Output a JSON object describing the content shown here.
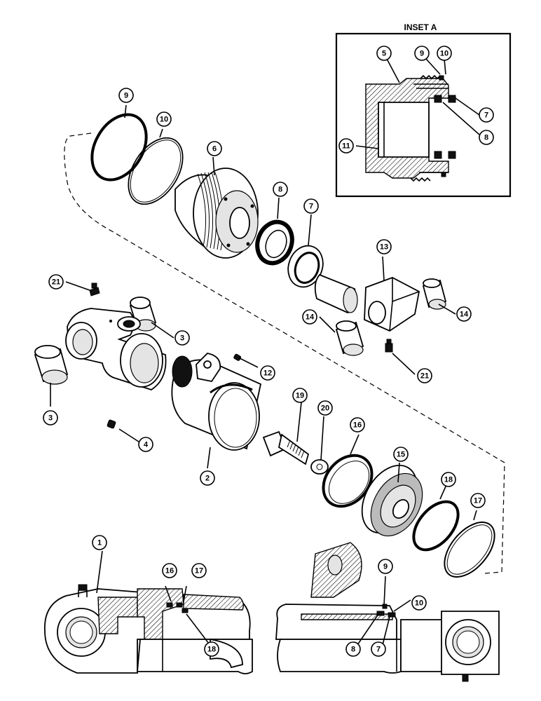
{
  "inset": {
    "title": "INSET A"
  },
  "callouts": [
    {
      "id": "c1",
      "label": "1"
    },
    {
      "id": "c2",
      "label": "2"
    },
    {
      "id": "c3a",
      "label": "3"
    },
    {
      "id": "c3b",
      "label": "3"
    },
    {
      "id": "c4",
      "label": "4"
    },
    {
      "id": "c5",
      "label": "5"
    },
    {
      "id": "c6",
      "label": "6"
    },
    {
      "id": "c7a",
      "label": "7"
    },
    {
      "id": "c7b",
      "label": "7"
    },
    {
      "id": "c7c",
      "label": "7"
    },
    {
      "id": "c8a",
      "label": "8"
    },
    {
      "id": "c8b",
      "label": "8"
    },
    {
      "id": "c8c",
      "label": "8"
    },
    {
      "id": "c9a",
      "label": "9"
    },
    {
      "id": "c9b",
      "label": "9"
    },
    {
      "id": "c9c",
      "label": "9"
    },
    {
      "id": "c10a",
      "label": "10"
    },
    {
      "id": "c10b",
      "label": "10"
    },
    {
      "id": "c10c",
      "label": "10"
    },
    {
      "id": "c11",
      "label": "11"
    },
    {
      "id": "c12",
      "label": "12"
    },
    {
      "id": "c13",
      "label": "13"
    },
    {
      "id": "c14a",
      "label": "14"
    },
    {
      "id": "c14b",
      "label": "14"
    },
    {
      "id": "c15",
      "label": "15"
    },
    {
      "id": "c16a",
      "label": "16"
    },
    {
      "id": "c16b",
      "label": "16"
    },
    {
      "id": "c17a",
      "label": "17"
    },
    {
      "id": "c17b",
      "label": "17"
    },
    {
      "id": "c18a",
      "label": "18"
    },
    {
      "id": "c18b",
      "label": "18"
    },
    {
      "id": "c19",
      "label": "19"
    },
    {
      "id": "c20",
      "label": "20"
    },
    {
      "id": "c21a",
      "label": "21"
    },
    {
      "id": "c21b",
      "label": "21"
    }
  ]
}
